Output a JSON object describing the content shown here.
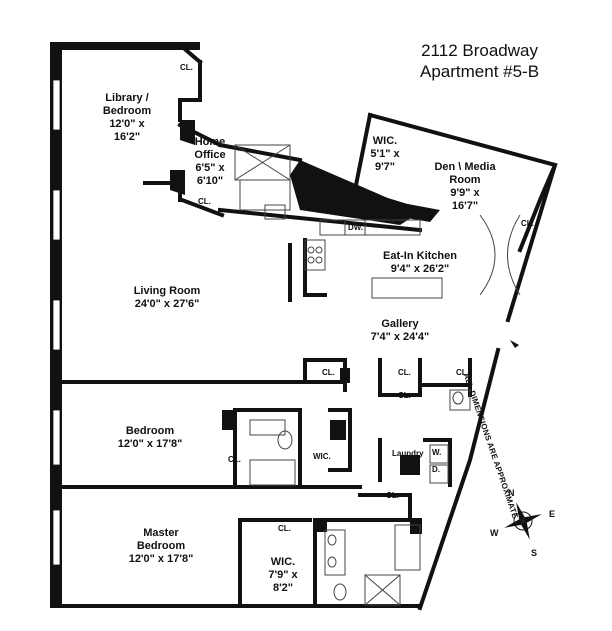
{
  "header": {
    "line1": "2112 Broadway",
    "line2": "Apartment #5-B"
  },
  "rooms": {
    "library": {
      "name1": "Library /",
      "name2": "Bedroom",
      "dims1": "12'0\" x",
      "dims2": "16'2\""
    },
    "office": {
      "name1": "Home",
      "name2": "Office",
      "dims1": "6'5\" x",
      "dims2": "6'10\""
    },
    "wic_den": {
      "name": "WIC.",
      "dims1": "5'1\" x",
      "dims2": "9'7\""
    },
    "den": {
      "name1": "Den \\ Media",
      "name2": "Room",
      "dims1": "9'9\" x",
      "dims2": "16'7\""
    },
    "kitchen": {
      "name": "Eat-In Kitchen",
      "dims": "9'4\" x 26'2\""
    },
    "living": {
      "name": "Living Room",
      "dims": "24'0\" x 27'6\""
    },
    "gallery": {
      "name": "Gallery",
      "dims": "7'4\" x 24'4\""
    },
    "bedroom": {
      "name": "Bedroom",
      "dims": "12'0\" x 17'8\""
    },
    "master": {
      "name1": "Master",
      "name2": "Bedroom",
      "dims": "12'0\" x 17'8\""
    },
    "wic_master": {
      "name": "WIC.",
      "dims1": "7'9\" x",
      "dims2": "8'2\""
    }
  },
  "labels": {
    "cl": "CL.",
    "wic": "WIC.",
    "dw": "DW.",
    "laundry": "Laundry",
    "w": "W.",
    "d": "D."
  },
  "note": "ALL DIMENSIONS ARE APPROXIMATE",
  "compass": {
    "n": "N",
    "e": "E",
    "s": "S",
    "w": "W"
  },
  "colors": {
    "wall": "#111111",
    "fixture": "#444444",
    "paper": "#ffffff"
  }
}
